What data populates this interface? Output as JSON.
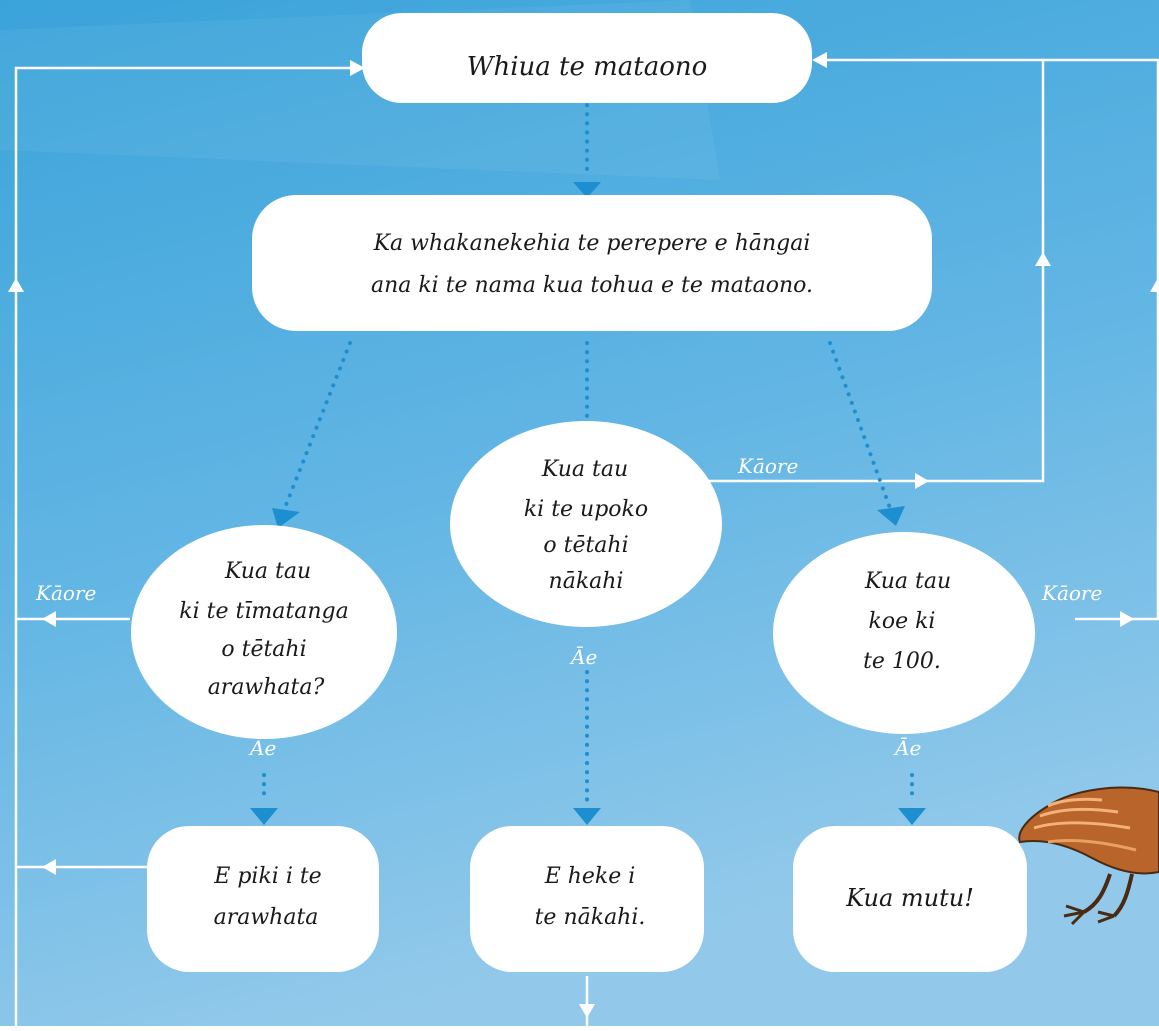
{
  "diagram": {
    "colors": {
      "background_top": "#3fa6dc",
      "background_bottom": "#8fc8ea",
      "node_fill": "#ffffff",
      "line": "#ffffff",
      "dotted_arrow": "#1d8fd0"
    },
    "nodes": {
      "roll": {
        "lines": [
          "Whiua te mataono"
        ]
      },
      "move": {
        "lines": [
          "Ka whakanekehia te perepere e hāngai",
          "ana ki te nama kua tohua e te mataono."
        ]
      },
      "ladder_q": {
        "lines": [
          "Kua tau",
          "ki te tīmatanga",
          "o tētahi",
          "arawhata?"
        ]
      },
      "snake_q": {
        "lines": [
          "Kua tau",
          "ki te upoko",
          "o tētahi",
          "nākahi"
        ]
      },
      "hundred_q": {
        "lines": [
          "Kua tau",
          "koe ki",
          "te 100."
        ]
      },
      "climb": {
        "lines": [
          "E piki i te",
          "arawhata"
        ]
      },
      "slide": {
        "lines": [
          "E heke i",
          "te nākahi."
        ]
      },
      "finish": {
        "lines": [
          "Kua mutu!"
        ]
      }
    },
    "edge_labels": {
      "no_ladder": "Kāore",
      "no_snake": "Kāore",
      "no_hundred": "Kāore",
      "yes_ladder": "Āe",
      "yes_snake": "Āe",
      "yes_hundred": "Āe"
    },
    "decoration": {
      "bird_icon": "kiwi-bird-icon"
    }
  }
}
